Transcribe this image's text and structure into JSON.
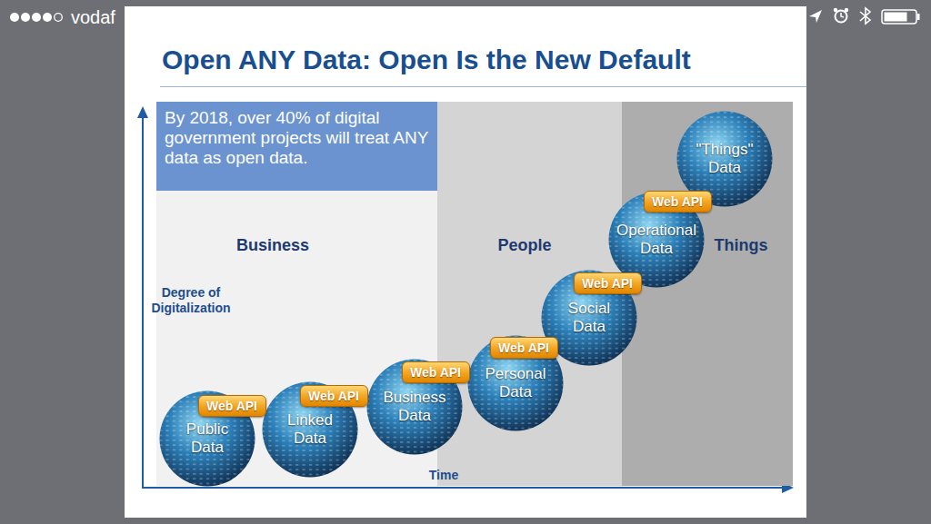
{
  "diagram": {
    "title": "Open ANY Data: Open Is the New Default",
    "nodes": [
      {
        "text": [
          "Business"
        ]
      },
      {
        "text": [
          "By 2018, over 40% of digital government projects will treat ANY data as open data."
        ],
        "in": 0
      },
      {
        "text": [
          "People"
        ]
      },
      {
        "text": [
          "Things"
        ]
      },
      {
        "text": [
          "Public Data"
        ]
      },
      {
        "text": [
          "Web API"
        ]
      },
      {
        "text": [
          "Linked Data"
        ]
      },
      {
        "text": [
          "Web API"
        ]
      },
      {
        "text": [
          "Business Data"
        ]
      },
      {
        "text": [
          "Web API"
        ]
      },
      {
        "text": [
          "Personal Data"
        ]
      },
      {
        "text": [
          "Web API"
        ]
      },
      {
        "text": [
          "Social Data"
        ]
      },
      {
        "text": [
          "Web API"
        ]
      },
      {
        "text": [
          "Operational Data"
        ]
      },
      {
        "text": [
          "Web API"
        ]
      },
      {
        "text": [
          "\"Things\" Data"
        ]
      }
    ],
    "labels": [
      "vodaf",
      "Degree of Digitalization",
      "Time"
    ]
  }
}
